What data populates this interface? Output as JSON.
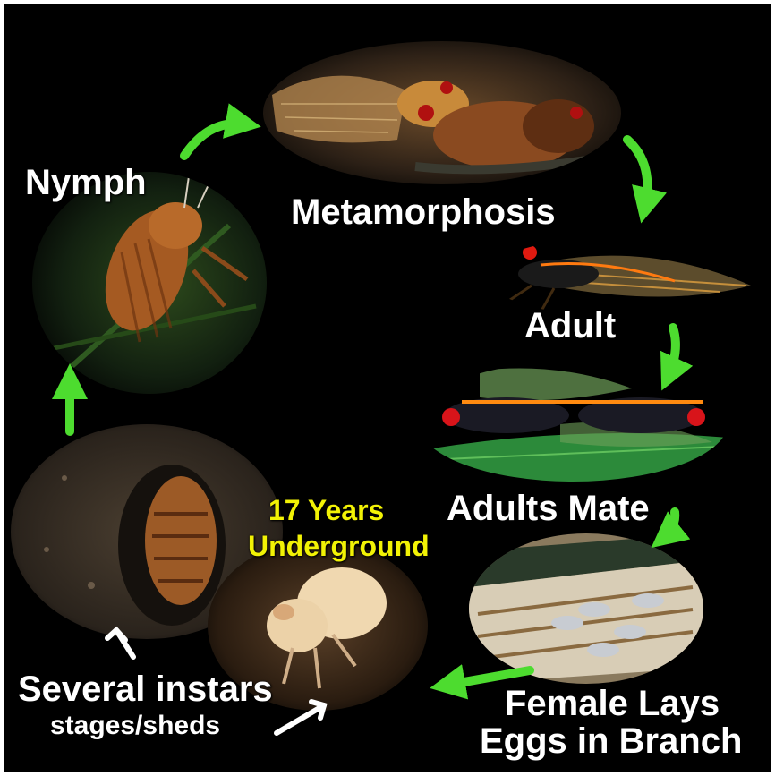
{
  "colors": {
    "background": "#000000",
    "arrow": "#4ddc2f",
    "label": "#ffffff",
    "highlight": "#f2f205"
  },
  "stages": {
    "nymph": "Nymph",
    "metamorphosis": "Metamorphosis",
    "adult": "Adult",
    "adults_mate": "Adults Mate",
    "female_lays_line1": "Female Lays",
    "female_lays_line2": "Eggs in Branch",
    "years_line1": "17 Years",
    "years_line2": "Underground",
    "instars_line1": "Several instars",
    "instars_line2": "stages/sheds"
  },
  "icons": [
    "cycle-arrow-icon",
    "pointer-arrow-icon"
  ]
}
